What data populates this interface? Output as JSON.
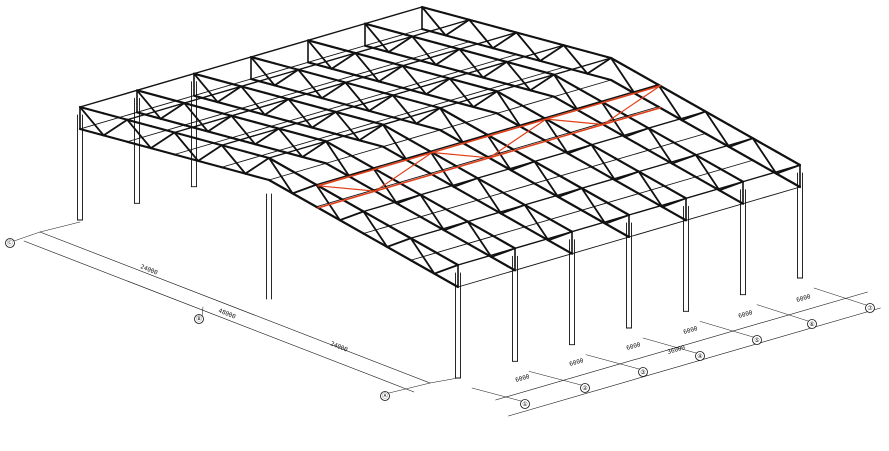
{
  "drawing": {
    "line_color": "#111111",
    "highlight_color": "#e0401a",
    "background": "#ffffff"
  },
  "axes_short_side": [
    "①",
    "②",
    "③",
    "④",
    "⑤",
    "⑥",
    "⑦"
  ],
  "axes_long_side": [
    "Ⓐ",
    "Ⓑ",
    "Ⓒ"
  ],
  "dims_short_side": [
    "6000",
    "6000",
    "6000",
    "6000",
    "6000",
    "6000"
  ],
  "dims_short_total": "36000",
  "dims_long_side": [
    "24000",
    "24000"
  ],
  "dims_long_total": "48000"
}
